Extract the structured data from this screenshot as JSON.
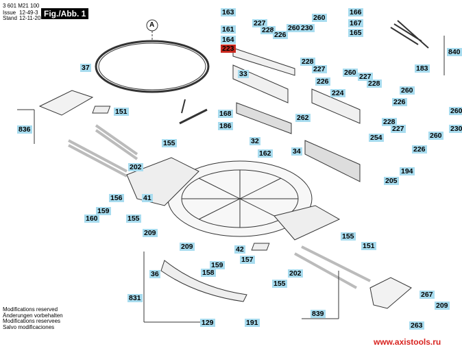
{
  "header": {
    "doc_number": "3 601 M21 100",
    "issue_label": "Issue",
    "issue_value": "12-49-3",
    "stand_label": "Stand",
    "stand_value": "12-11-20",
    "figure": "Fig./Abb. 1"
  },
  "callout": "A",
  "labels": [
    "163",
    "166",
    "227",
    "260",
    "167",
    "161",
    "228",
    "226",
    "260",
    "230",
    "165",
    "840",
    "164",
    "223",
    "37",
    "183",
    "228",
    "227",
    "260",
    "33",
    "227",
    "228",
    "226",
    "260",
    "224",
    "226",
    "151",
    "168",
    "260",
    "262",
    "186",
    "228",
    "227",
    "230",
    "836",
    "254",
    "260",
    "155",
    "32",
    "162",
    "34",
    "226",
    "202",
    "194",
    "205",
    "156",
    "41",
    "159",
    "155",
    "160",
    "209",
    "209",
    "155",
    "151",
    "42",
    "157",
    "159",
    "36",
    "158",
    "202",
    "155",
    "831",
    "839",
    "267",
    "209",
    "129",
    "191",
    "263"
  ],
  "highlight_color": "#c8281e",
  "label_color": "#a8dcef",
  "notes": [
    "Modifications reserved",
    "Änderungen vorbehalten",
    "Modifications reservees",
    "Salvo modificaciones"
  ],
  "website": "www.axistools.ru"
}
